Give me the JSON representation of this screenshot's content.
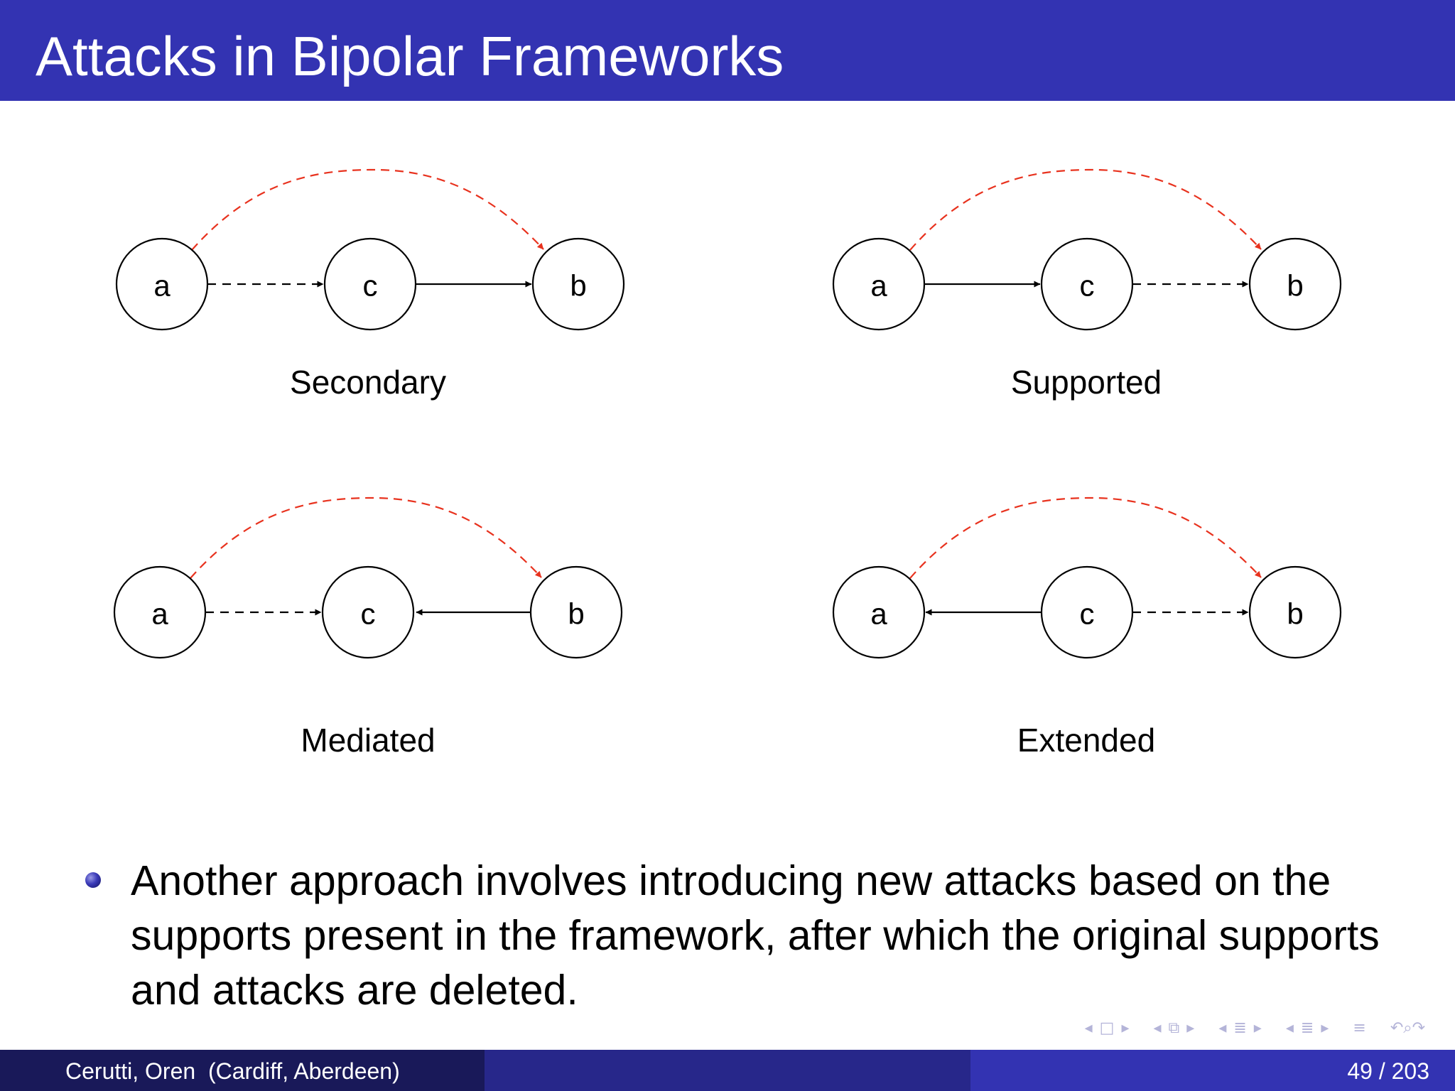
{
  "slide": {
    "title": "Attacks in Bipolar Frameworks",
    "bullet": "Another approach involves introducing new attacks based on the supports present in the framework, after which the original supports and attacks are deleted."
  },
  "diagrams": [
    {
      "label": "Secondary",
      "nodes": [
        "a",
        "c",
        "b"
      ],
      "edge_a_c": "support (dashed) a → c",
      "edge_c_b": "attack (solid) c → b",
      "derived": "a → b (red dashed)"
    },
    {
      "label": "Supported",
      "nodes": [
        "a",
        "c",
        "b"
      ],
      "edge_a_c": "attack (solid) a → c",
      "edge_c_b": "support (dashed) c → b",
      "derived": "a → b (red dashed)"
    },
    {
      "label": "Mediated",
      "nodes": [
        "a",
        "c",
        "b"
      ],
      "edge_a_c": "support (dashed) a → c",
      "edge_c_b": "attack (solid) b → c",
      "derived": "a → b (red dashed)"
    },
    {
      "label": "Extended",
      "nodes": [
        "a",
        "c",
        "b"
      ],
      "edge_a_c": "attack (solid) c → a",
      "edge_c_b": "support (dashed) c → b",
      "derived": "a → b (red dashed)"
    }
  ],
  "footer": {
    "author": "Cerutti, Oren  (Cardiff, Aberdeen)",
    "page": "49 / 203"
  },
  "colors": {
    "title_bar": "#3333b2",
    "footer_left": "#191959",
    "footer_mid": "#27278a",
    "footer_right": "#3333b2",
    "derived_attack": "#e8321e"
  },
  "nav_icons": [
    "nav-prev-icon",
    "nav-frame-icon",
    "nav-next-icon",
    "nav-subsection-icon",
    "nav-section-icon",
    "nav-align-icon",
    "nav-search-icon"
  ]
}
